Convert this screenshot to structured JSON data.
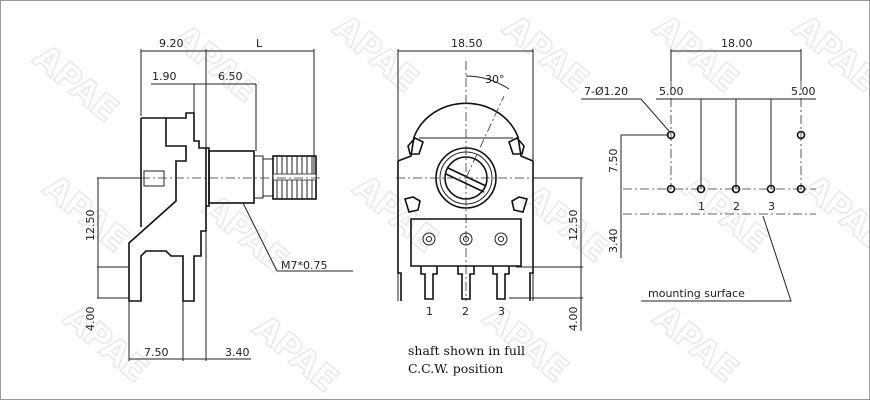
{
  "watermark": "APAE",
  "side_view": {
    "dims": {
      "d920": "9.20",
      "dL": "L",
      "d190": "1.90",
      "d650": "6.50",
      "d1250": "12.50",
      "d400": "4.00",
      "d750": "7.50",
      "d340": "3.40"
    },
    "thread_label": "M7*0.75"
  },
  "front_view": {
    "dims": {
      "width": "18.50",
      "angle": "30°",
      "d1250": "12.50",
      "d400": "4.00"
    },
    "pins": [
      "1",
      "2",
      "3"
    ],
    "note_line1": "shaft shown in full",
    "note_line2": "C.C.W. position"
  },
  "pcb_layout": {
    "dims": {
      "span": "18.00",
      "left": "5.00",
      "right": "5.00",
      "holes": "7-Ø1.20",
      "d750": "7.50",
      "d340": "3.40"
    },
    "pins": [
      "1",
      "2",
      "3"
    ],
    "mounting_label": "mounting surface"
  }
}
